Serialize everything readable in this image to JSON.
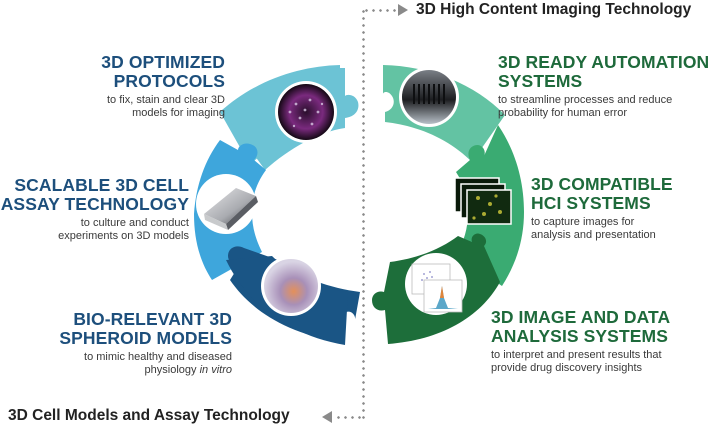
{
  "top_axis": {
    "label": "3D High Content Imaging Technology",
    "arrow_direction": "right"
  },
  "bottom_axis": {
    "label": "3D Cell Models and Assay Technology",
    "arrow_direction": "left"
  },
  "colors": {
    "left_top": "#6cc3d5",
    "left_mid": "#3ea6dc",
    "left_bottom": "#1a5585",
    "right_top": "#63c3a3",
    "right_mid": "#3aab72",
    "right_bottom": "#1d6e3a",
    "left_heading": "#1d4f7c",
    "right_heading": "#1e6a3b",
    "divider": "#8a8a8a"
  },
  "left": [
    {
      "heading_line1": "3D OPTIMIZED",
      "heading_line2": "PROTOCOLS",
      "sub_line1": "to fix, stain and clear 3D",
      "sub_line2": "models for imaging",
      "image_icon": "stained-spheroid-micrograph"
    },
    {
      "heading_line1": "SCALABLE 3D CELL",
      "heading_line2": "ASSAY TECHNOLOGY",
      "sub_line1": "to culture and conduct",
      "sub_line2": "experiments on 3D models",
      "image_icon": "microplate"
    },
    {
      "heading_line1": "BIO-RELEVANT 3D",
      "heading_line2": "SPHEROID MODELS",
      "sub_line1": "to mimic healthy and diseased",
      "sub_line2_plain": "physiology ",
      "sub_line2_italic": "in vitro",
      "image_icon": "spheroid-cell"
    }
  ],
  "right": [
    {
      "heading_line1": "3D READY AUTOMATION",
      "heading_line2": "SYSTEMS",
      "sub_line1": "to streamline processes and reduce",
      "sub_line2": "probability for human error",
      "image_icon": "liquid-handler-tips"
    },
    {
      "heading_line1": "3D COMPATIBLE",
      "heading_line2": "HCI SYSTEMS",
      "sub_line1": "to capture images for",
      "sub_line2": "analysis and presentation",
      "image_icon": "image-stack"
    },
    {
      "heading_line1": "3D IMAGE AND DATA",
      "heading_line2": "ANALYSIS SYSTEMS",
      "sub_line1": "to interpret and present results that",
      "sub_line2": "provide drug discovery insights",
      "image_icon": "scatter-histogram-plots"
    }
  ]
}
